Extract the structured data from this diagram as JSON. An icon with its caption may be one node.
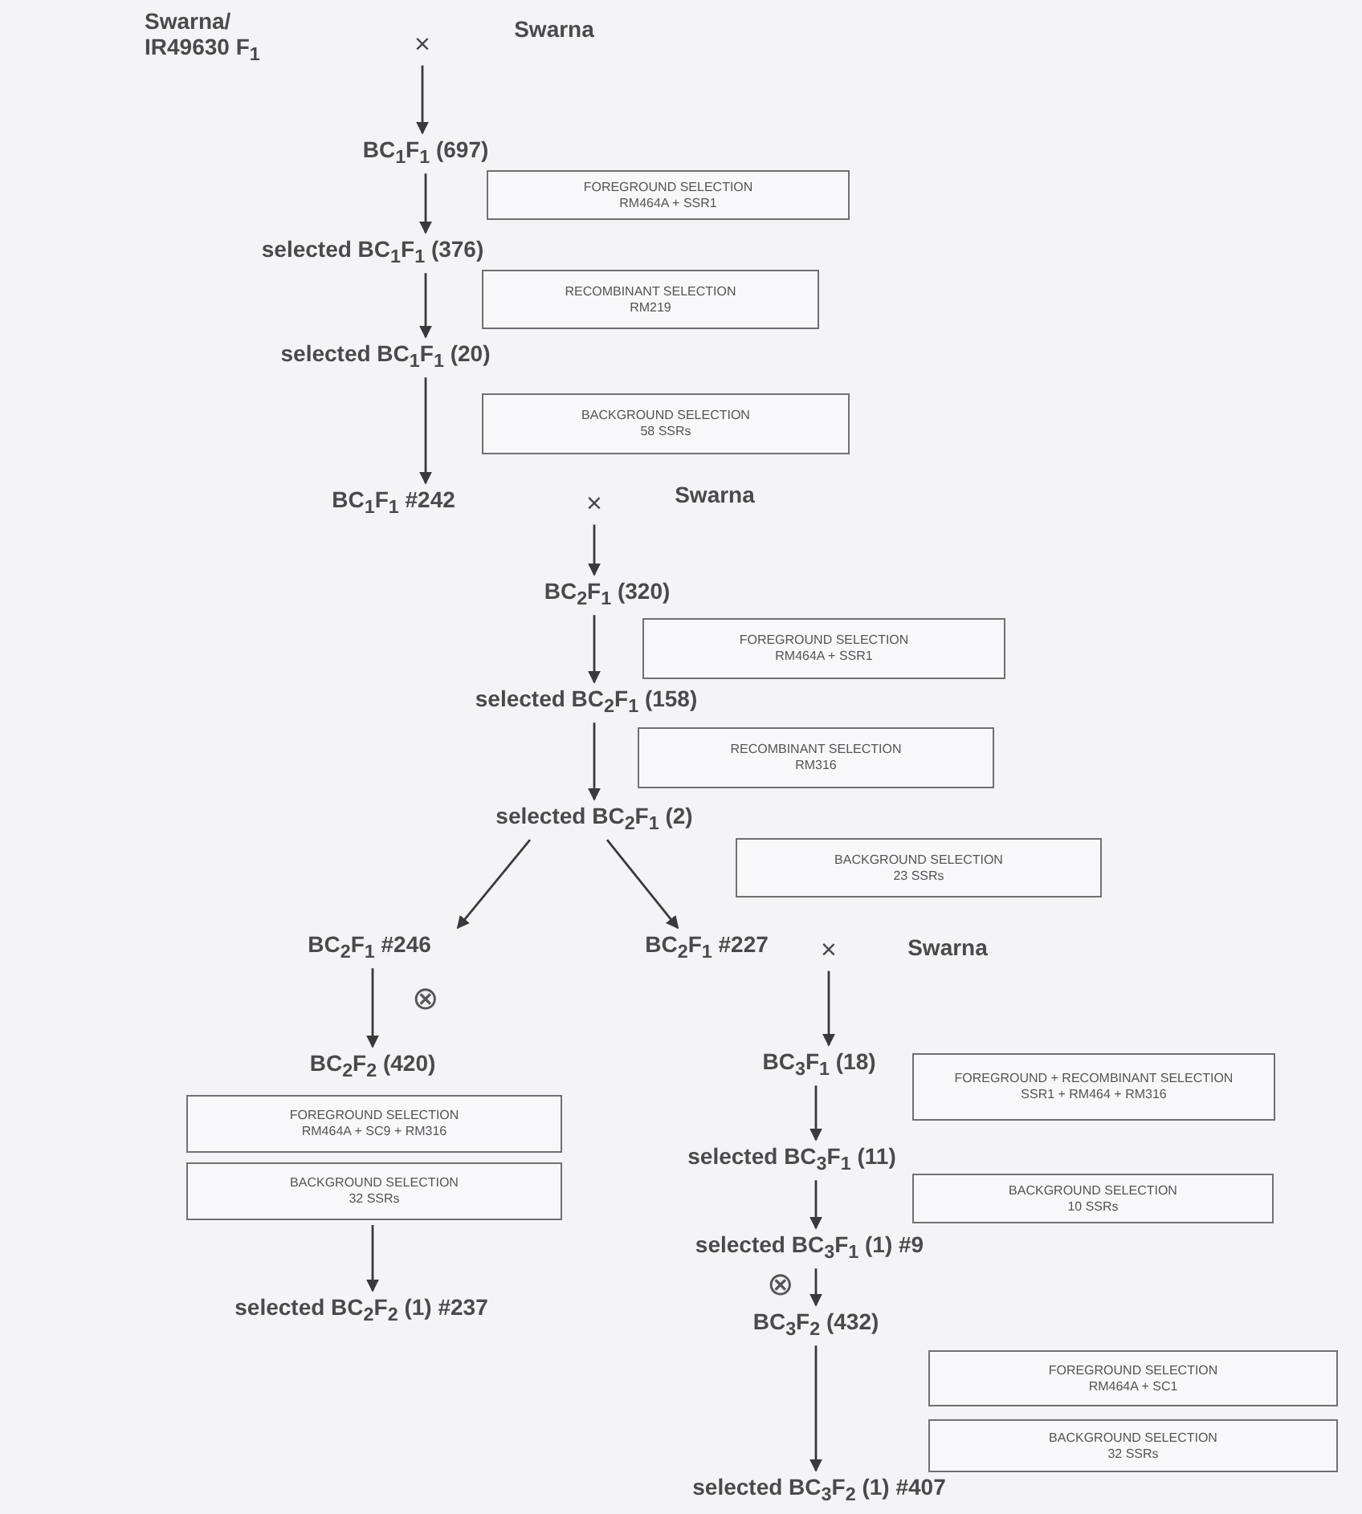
{
  "diagram": {
    "nodes": [
      {
        "text": [
          "Swarna/ IR49630 F$_{1}$"
        ]
      },
      {
        "text": [
          "×"
        ]
      },
      {
        "text": [
          "Swarna"
        ]
      },
      {
        "text": [
          "BC$_{1}$F$_{1}$ (697)"
        ]
      },
      {
        "text": [
          "FOREGROUND SELECTION",
          "RM464A + SSR1"
        ]
      },
      {
        "text": [
          "selected BC$_{1}$F$_{1}$ (376)"
        ]
      },
      {
        "text": [
          "RECOMBINANT SELECTION",
          "RM219"
        ]
      },
      {
        "text": [
          "selected BC$_{1}$F$_{1}$ (20)"
        ]
      },
      {
        "text": [
          "BACKGROUND SELECTION",
          "58 SSRs"
        ]
      },
      {
        "text": [
          "BC$_{1}$F$_{1}$ #242"
        ]
      },
      {
        "text": [
          "×"
        ]
      },
      {
        "text": [
          "Swarna"
        ]
      },
      {
        "text": [
          "BC$_{2}$F$_{1}$ (320)"
        ]
      },
      {
        "text": [
          "FOREGROUND SELECTION",
          "RM464A + SSR1"
        ]
      },
      {
        "text": [
          "selected BC$_{2}$F$_{1}$ (158)"
        ]
      },
      {
        "text": [
          "RECOMBINANT SELECTION",
          "RM316"
        ]
      },
      {
        "text": [
          "selected BC$_{2}$F$_{1}$ (2)"
        ]
      },
      {
        "text": [
          "BACKGROUND SELECTION",
          "23 SSRs"
        ]
      },
      {
        "text": [
          "BC$_{2}$F$_{1}$ #246"
        ]
      },
      {
        "text": [
          "BC$_{2}$F$_{1}$ #227"
        ]
      },
      {
        "text": [
          "×"
        ]
      },
      {
        "text": [
          "Swarna"
        ]
      },
      {
        "text": [
          "BC$_{2}$F$_{2}$ (420)"
        ]
      },
      {
        "text": [
          "FOREGROUND SELECTION",
          "RM464A + SC9 + RM316"
        ]
      },
      {
        "text": [
          "BACKGROUND SELECTION",
          "32 SSRs"
        ]
      },
      {
        "text": [
          "selected BC$_{2}$F$_{2}$ (1) #237"
        ]
      },
      {
        "text": [
          "BC$_{3}$F$_{1}$ (18)"
        ]
      },
      {
        "text": [
          "FOREGROUND + RECOMBINANT SELECTION",
          "SSR1 + RM464 + RM316"
        ]
      },
      {
        "text": [
          "selected BC$_{3}$F$_{1}$ (11)"
        ]
      },
      {
        "text": [
          "BACKGROUND SELECTION",
          "10 SSRs"
        ]
      },
      {
        "text": [
          "selected BC$_{3}$F$_{1}$ (1) #9"
        ]
      },
      {
        "text": [
          "BC$_{3}$F$_{2}$ (432)"
        ]
      },
      {
        "text": [
          "FOREGROUND SELECTION",
          "RM464A + SC1"
        ]
      },
      {
        "text": [
          "BACKGROUND SELECTION",
          "32 SSRs"
        ]
      },
      {
        "text": [
          "selected BC$_{3}$F$_{2}$ (1) #407"
        ]
      }
    ],
    "edges": [
      {
        "from": 1,
        "to": 3,
        "arrow": "to"
      },
      {
        "from": 3,
        "to": 5,
        "arrow": "to"
      },
      {
        "from": 5,
        "to": 7,
        "arrow": "to"
      },
      {
        "from": 7,
        "to": 9,
        "arrow": "to"
      },
      {
        "from": 10,
        "to": 12,
        "arrow": "to"
      },
      {
        "from": 12,
        "to": 14,
        "arrow": "to"
      },
      {
        "from": 14,
        "to": 16,
        "arrow": "to"
      },
      {
        "from": 16,
        "to": 18,
        "arrow": "to"
      },
      {
        "from": 16,
        "to": 19,
        "arrow": "to"
      },
      {
        "from": 20,
        "to": 26,
        "arrow": "to"
      },
      {
        "from": 18,
        "to": 22,
        "arrow": "to"
      },
      {
        "from": 24,
        "to": 25,
        "arrow": "to"
      },
      {
        "from": 26,
        "to": 28,
        "arrow": "to"
      },
      {
        "from": 28,
        "to": 30,
        "arrow": "to"
      },
      {
        "from": 30,
        "to": 31,
        "arrow": "to"
      },
      {
        "from": 31,
        "to": 34,
        "arrow": "to"
      }
    ],
    "labels": [
      "⊗",
      "⊗"
    ]
  }
}
